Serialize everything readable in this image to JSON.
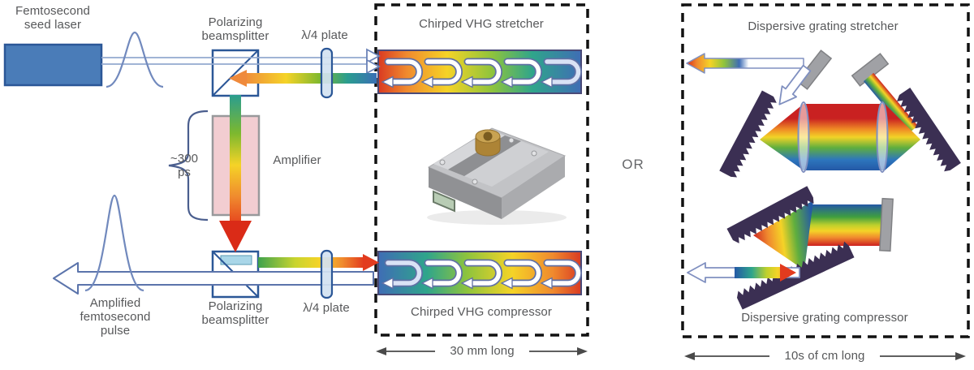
{
  "left_system": {
    "seed_laser_label": "Femtosecond\nseed laser",
    "beamsplitter_top_label": "Polarizing\nbeamsplitter",
    "waveplate_top_label": "λ/4 plate",
    "pulse_duration_value": "~300\nps",
    "amplifier_label": "Amplifier",
    "beamsplitter_bottom_label": "Polarizing\nbeamsplitter",
    "waveplate_bottom_label": "λ/4 plate",
    "output_pulse_label": "Amplified\nfemtosecond\npulse"
  },
  "vhg_panel": {
    "stretcher_title": "Chirped VHG stretcher",
    "compressor_title": "Chirped VHG compressor",
    "length_label": "30 mm long"
  },
  "or_label": "OR",
  "grating_panel": {
    "stretcher_title": "Dispersive grating stretcher",
    "compressor_title": "Dispersive grating compressor",
    "length_label": "10s of cm long"
  },
  "colors": {
    "laser_blue": "#4a7cb8",
    "outline_blue": "#2b5797",
    "amplifier_pink": "#f2cdd1",
    "grating_purple": "#3b2f53",
    "text_gray": "#57585a"
  }
}
